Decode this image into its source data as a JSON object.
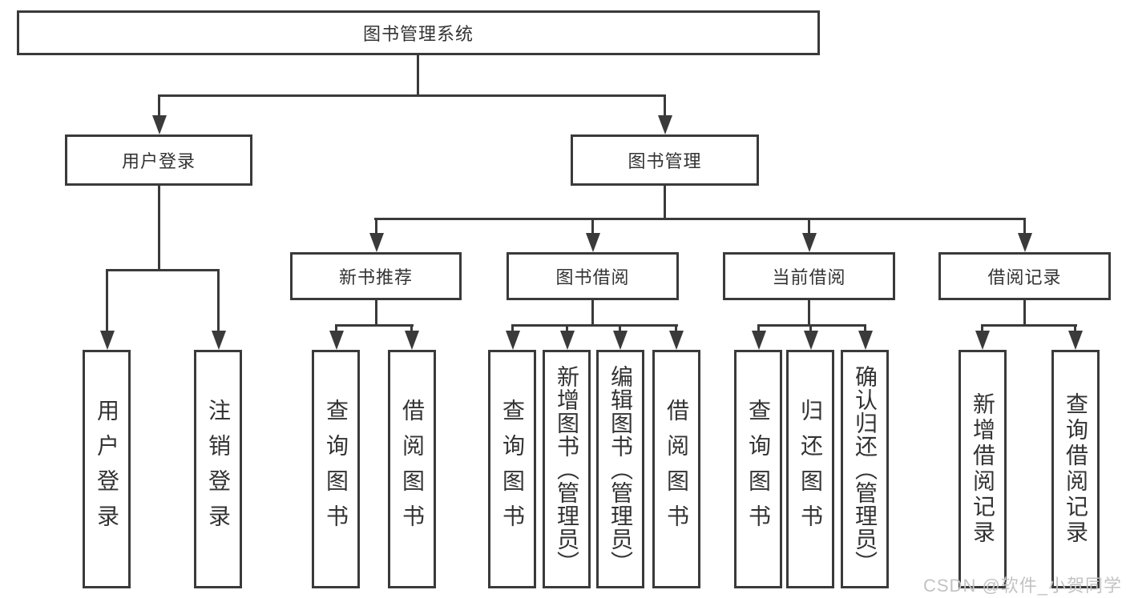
{
  "diagram_title": "图书管理系统",
  "tree": {
    "label": "图书管理系统",
    "children": [
      {
        "label": "用户登录",
        "children": [
          {
            "label": "用户登录"
          },
          {
            "label": "注销登录"
          }
        ]
      },
      {
        "label": "图书管理",
        "children": [
          {
            "label": "新书推荐",
            "children": [
              {
                "label": "查询图书"
              },
              {
                "label": "借阅图书"
              }
            ]
          },
          {
            "label": "图书借阅",
            "children": [
              {
                "label": "查询图书"
              },
              {
                "label": "新增图书（管理员）"
              },
              {
                "label": "编辑图书（管理员）"
              },
              {
                "label": "借阅图书"
              }
            ]
          },
          {
            "label": "当前借阅",
            "children": [
              {
                "label": "查询图书"
              },
              {
                "label": "归还图书"
              },
              {
                "label": "确认归还（管理员）"
              }
            ]
          },
          {
            "label": "借阅记录",
            "children": [
              {
                "label": "新增借阅记录"
              },
              {
                "label": "查询借阅记录"
              }
            ]
          }
        ]
      }
    ]
  },
  "watermark": "CSDN @软件_小贺同学",
  "colors": {
    "line": "#3a3a3a",
    "text": "#333333",
    "watermark": "#c3c3c3",
    "background": "#ffffff"
  }
}
